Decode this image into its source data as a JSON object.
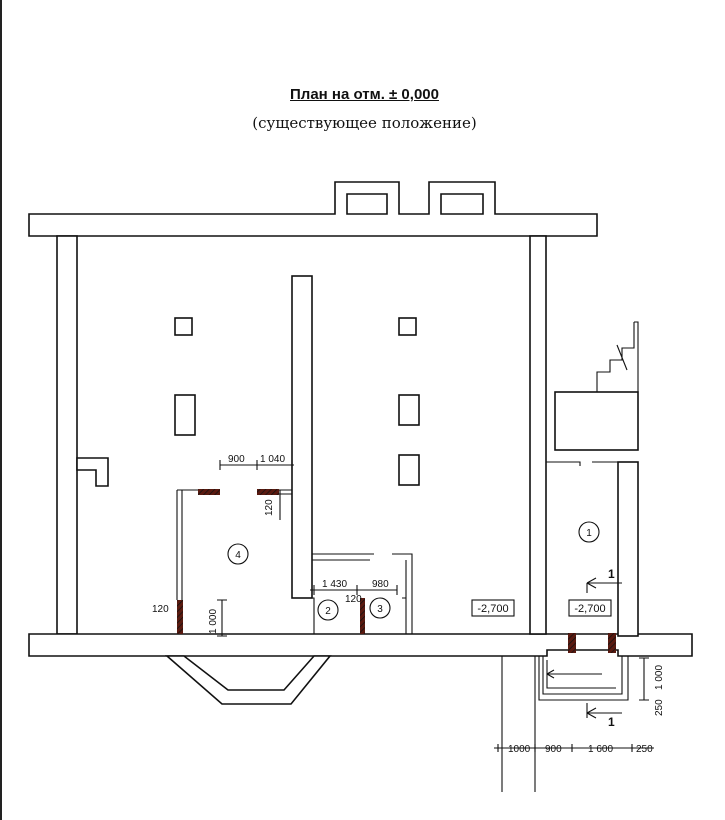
{
  "title": "План на отм. ± 0,000",
  "subtitle": "(существующее положение)",
  "rooms": [
    "1",
    "2",
    "3",
    "4"
  ],
  "levels": [
    "-2,700",
    "-2,700"
  ],
  "dimensions": {
    "d900": "900",
    "d1040": "1 040",
    "d120a": "120",
    "d1430": "1 430",
    "d980": "980",
    "d120b": "120",
    "d120c": "120",
    "d1000v": "1 000",
    "d1000r": "1 000",
    "d250r": "250",
    "b1000": "1000",
    "b900": "900",
    "b1600": "1 600",
    "b250": "250"
  },
  "section_mark": "1",
  "colors": {
    "ink": "#111111",
    "paper": "#ffffff",
    "hatch": "#8a2a1a"
  }
}
